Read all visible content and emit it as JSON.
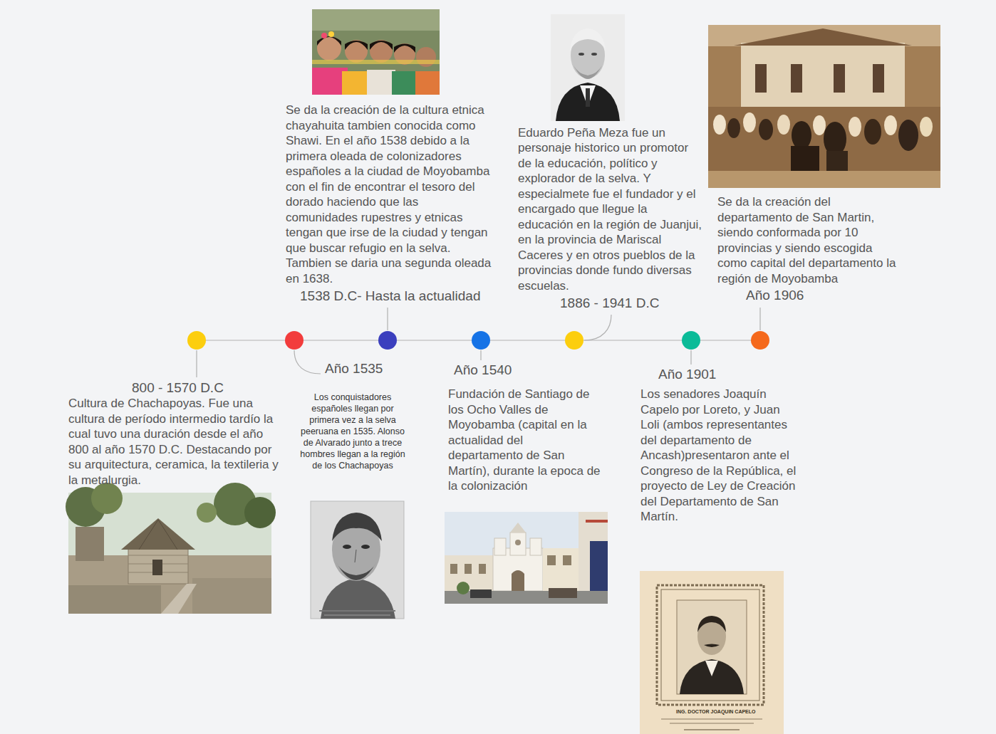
{
  "diagram": {
    "labels": [
      "800 - 1570 D.C",
      "Cultura de Chachapoyas. Fue una cultura de período intermedio tardío la cual tuvo una duración desde el año 800 al año 1570 D.C. Destacando por su arquitectura, ceramica, la textileria y la metalurgia.",
      "Año 1535",
      "Los conquistadores españoles llegan por primera vez a la selva peeruana en 1535. Alonso de Alvarado junto a trece hombres llegan a la región de los Chachapoyas",
      "1538 D.C- Hasta la actualidad",
      "Se da la creación de la cultura etnica chayahuita tambien conocida como Shawi. En el año 1538 debido a la primera oleada de colonizadores españoles a la ciudad de Moyobamba con el fin de encontrar el tesoro del dorado haciendo que las comunidades rupestres y etnicas tengan que irse de la ciudad y tengan que buscar refugio en la selva. Tambien se daria una segunda oleada en 1638.",
      "Año 1540",
      "Fundación de Santiago de los Ocho Valles de Moyobamba (capital en la actualidad del departamento de San Martín), durante la epoca de la colonización",
      "1886 - 1941 D.C",
      "Eduardo Peña Meza fue un personaje historico un promotor de la educación, político y explorador de la selva. Y especialmete fue el fundador y el encargado que llegue la educación en la región de Juanjui, en la provincia de Mariscal Caceres y en otros pueblos de la provincias donde fundo diversas escuelas.",
      "Año 1901",
      "Los senadores Joaquín Capelo por Loreto, y Juan Loli (ambos representantes del departamento de Ancash)presentaron ante el Congreso de la República, el proyecto de Ley de Creación del Departamento de San Martín.",
      "Año 1906",
      "Se da la creación del departamento de San Martin, siendo conformada por 10 provincias y siendo escogida como capital del departamento la región de Moyobamba",
      "ING. DOCTOR JOAQUIN CAPELO"
    ]
  }
}
